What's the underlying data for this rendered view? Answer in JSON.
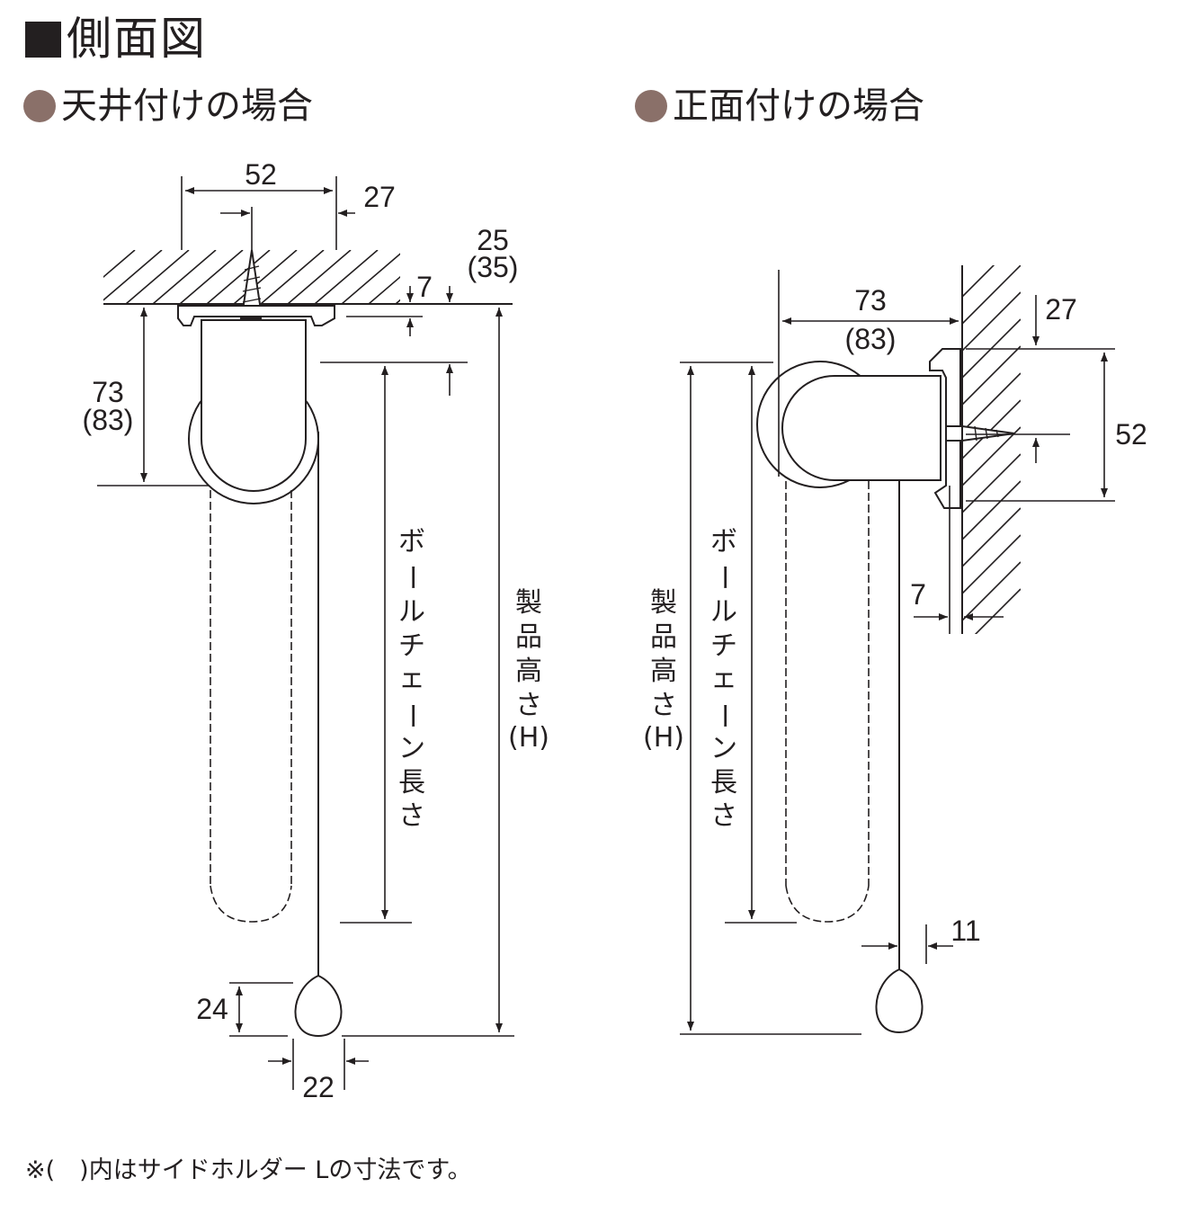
{
  "title": "側面図",
  "left_view": {
    "heading": "天井付けの場合",
    "dims": {
      "width": "52",
      "center": "27",
      "top_gap": "7",
      "depth_a": "25",
      "depth_b": "(35)",
      "height_a": "73",
      "height_b": "(83)",
      "weight_h": "24",
      "weight_w": "22"
    },
    "labels": {
      "chain_length": [
        "ボ",
        "ー",
        "ル",
        "チ",
        "ェ",
        "ー",
        "ン",
        "長",
        "さ"
      ],
      "product_height": [
        "製",
        "品",
        "高",
        "さ",
        "(H)"
      ]
    }
  },
  "right_view": {
    "heading": "正面付けの場合",
    "dims": {
      "depth_a": "73",
      "depth_b": "(83)",
      "top": "27",
      "height": "52",
      "wall_gap": "7",
      "cord_offset": "11"
    },
    "labels": {
      "chain_length": [
        "ボ",
        "ー",
        "ル",
        "チ",
        "ェ",
        "ー",
        "ン",
        "長",
        "さ"
      ],
      "product_height": [
        "製",
        "品",
        "高",
        "さ",
        "(H)"
      ]
    }
  },
  "footnote": "※(　)内はサイドホルダー Lの寸法です。"
}
